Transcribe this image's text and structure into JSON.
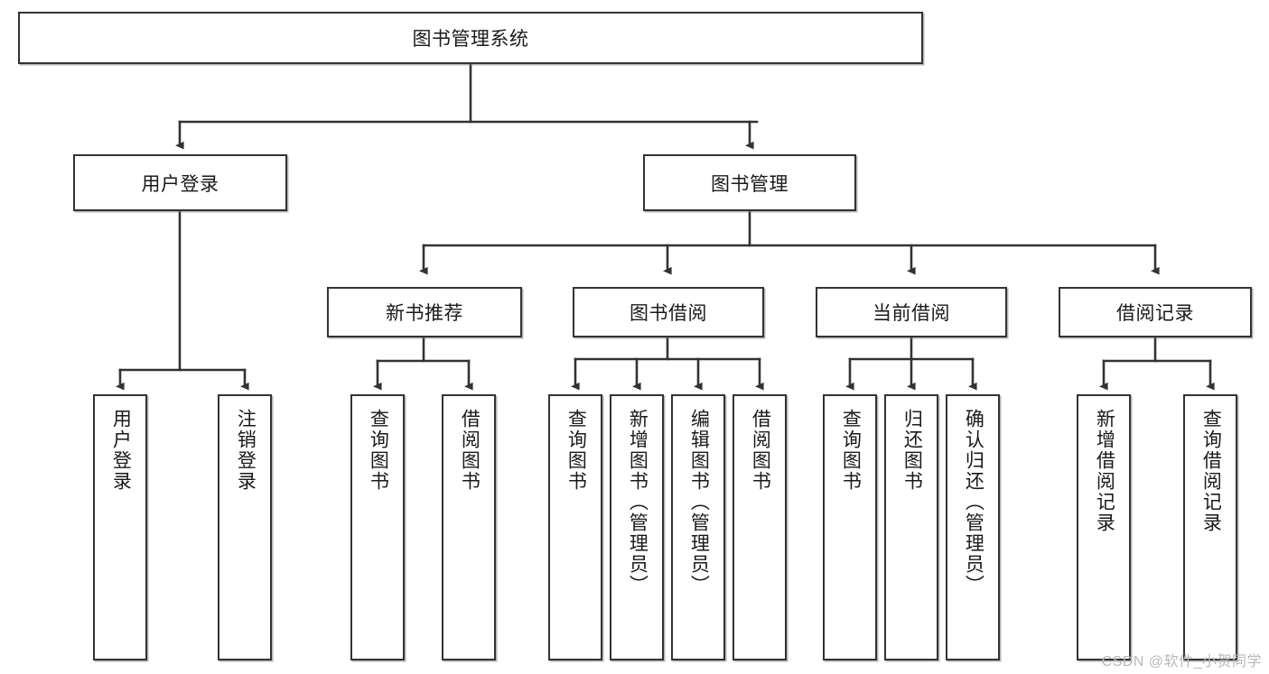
{
  "diagram": {
    "title": "图书管理系统",
    "watermark": "CSDN @软件_小贺同学",
    "root": {
      "label": "图书管理系统"
    },
    "level2": [
      {
        "label": "用户登录"
      },
      {
        "label": "图书管理"
      }
    ],
    "level3": [
      {
        "label": "新书推荐"
      },
      {
        "label": "图书借阅"
      },
      {
        "label": "当前借阅"
      },
      {
        "label": "借阅记录"
      }
    ],
    "leaves": [
      {
        "label": "用户登录"
      },
      {
        "label": "注销登录"
      },
      {
        "label": "查询图书"
      },
      {
        "label": "借阅图书"
      },
      {
        "label": "查询图书"
      },
      {
        "label": "新增图书（管理员）"
      },
      {
        "label": "编辑图书（管理员）"
      },
      {
        "label": "借阅图书"
      },
      {
        "label": "查询图书"
      },
      {
        "label": "归还图书"
      },
      {
        "label": "确认归还（管理员）"
      },
      {
        "label": "新增借阅记录"
      },
      {
        "label": "查询借阅记录"
      }
    ]
  }
}
